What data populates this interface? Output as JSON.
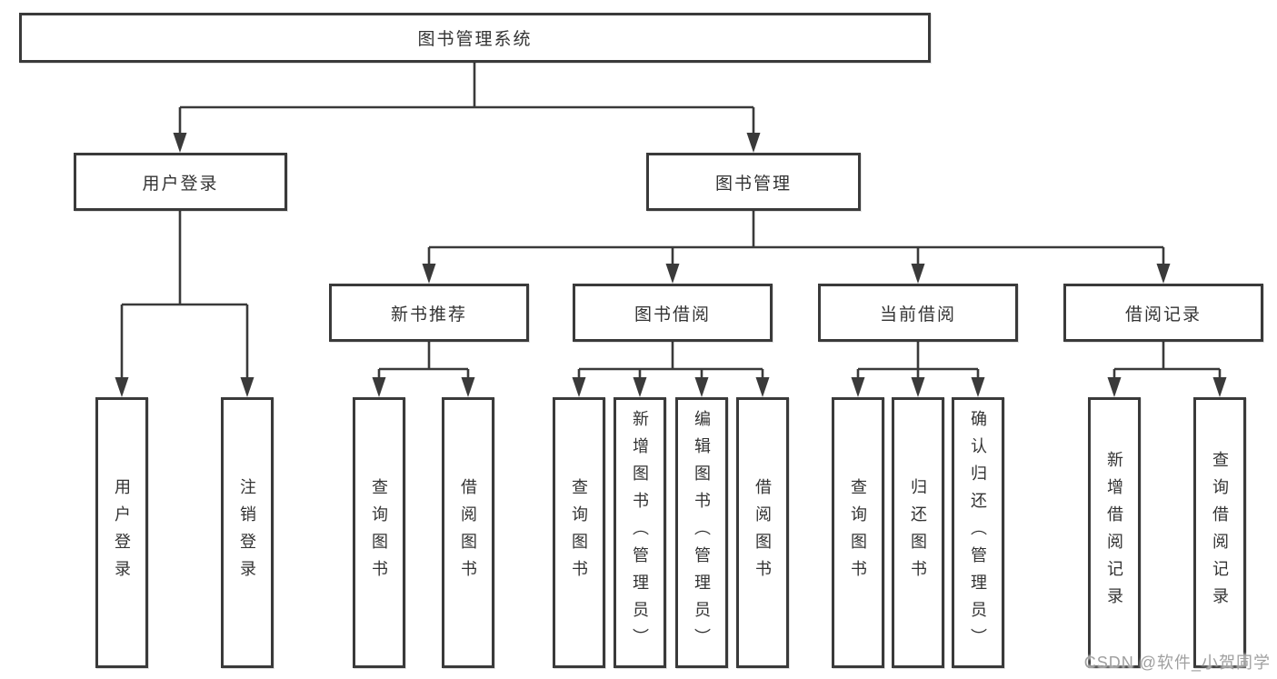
{
  "title": "图书管理系统",
  "watermark": "CSDN @软件_小贺同学",
  "colors": {
    "line": "#3a3a3a",
    "border": "#3a3a3a",
    "text": "#333333",
    "watermark_text": "#a0a0a0",
    "background": "#ffffff"
  },
  "tree": {
    "root": "图书管理系统",
    "branches": [
      {
        "label": "用户登录",
        "children": [
          "用户登录",
          "注销登录"
        ]
      },
      {
        "label": "图书管理",
        "sections": [
          {
            "label": "新书推荐",
            "children": [
              "查询图书",
              "借阅图书"
            ]
          },
          {
            "label": "图书借阅",
            "children": [
              "查询图书",
              "新增图书（管理员）",
              "编辑图书（管理员）",
              "借阅图书"
            ]
          },
          {
            "label": "当前借阅",
            "children": [
              "查询图书",
              "归还图书",
              "确认归还（管理员）"
            ]
          },
          {
            "label": "借阅记录",
            "children": [
              "新增借阅记录",
              "查询借阅记录"
            ]
          }
        ]
      }
    ]
  }
}
